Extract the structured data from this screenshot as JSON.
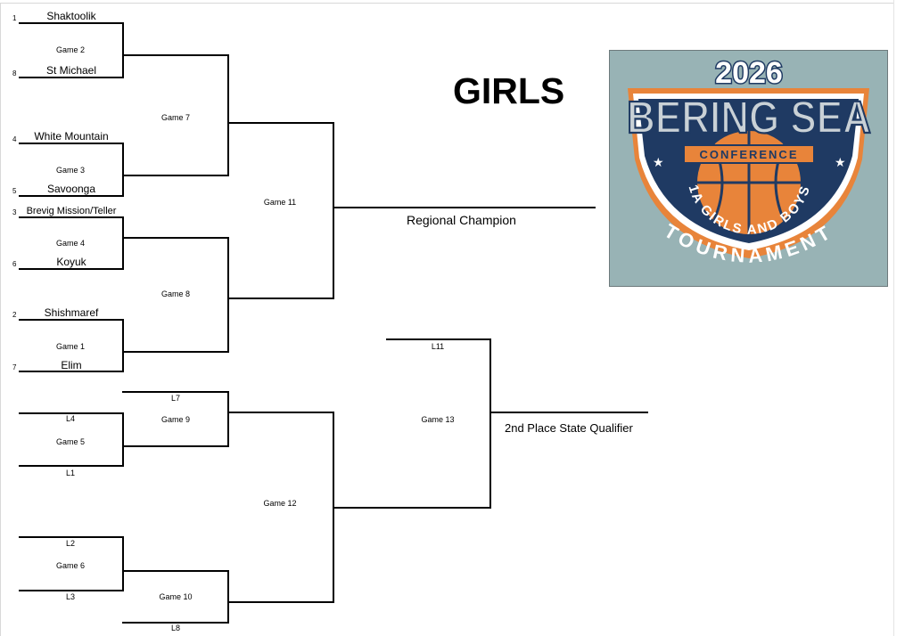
{
  "title": "GIRLS",
  "logo": {
    "year": "2026",
    "name": "BERING SEA",
    "conference": "CONFERENCE",
    "arc_text": "1A GIRLS AND BOYS",
    "tournament": "TOURNAMENT",
    "colors": {
      "background": "#98b3b5",
      "navy": "#1f3a63",
      "orange": "#e8843a",
      "white": "#ffffff",
      "silver": "#c9d1d6"
    }
  },
  "teams": {
    "t1": {
      "seed": "1",
      "name": "Shaktoolik"
    },
    "t8": {
      "seed": "8",
      "name": "St Michael"
    },
    "t4": {
      "seed": "4",
      "name": "White Mountain"
    },
    "t5": {
      "seed": "5",
      "name": "Savoonga"
    },
    "t3": {
      "seed": "3",
      "name": "Brevig Mission/Teller"
    },
    "t6": {
      "seed": "6",
      "name": "Koyuk"
    },
    "t2": {
      "seed": "2",
      "name": "Shishmaref"
    },
    "t7": {
      "seed": "7",
      "name": "Elim"
    }
  },
  "games": {
    "g1": "Game 1",
    "g2": "Game 2",
    "g3": "Game 3",
    "g4": "Game 4",
    "g5": "Game 5",
    "g6": "Game 6",
    "g7": "Game 7",
    "g8": "Game 8",
    "g9": "Game 9",
    "g10": "Game 10",
    "g11": "Game 11",
    "g12": "Game 12",
    "g13": "Game 13"
  },
  "losers": {
    "l4": "L4",
    "l1": "L1",
    "l2": "L2",
    "l3": "L3",
    "l7": "L7",
    "l8": "L8",
    "l11": "L11"
  },
  "results": {
    "champion": "Regional Champion",
    "second": "2nd Place State Qualifier"
  }
}
